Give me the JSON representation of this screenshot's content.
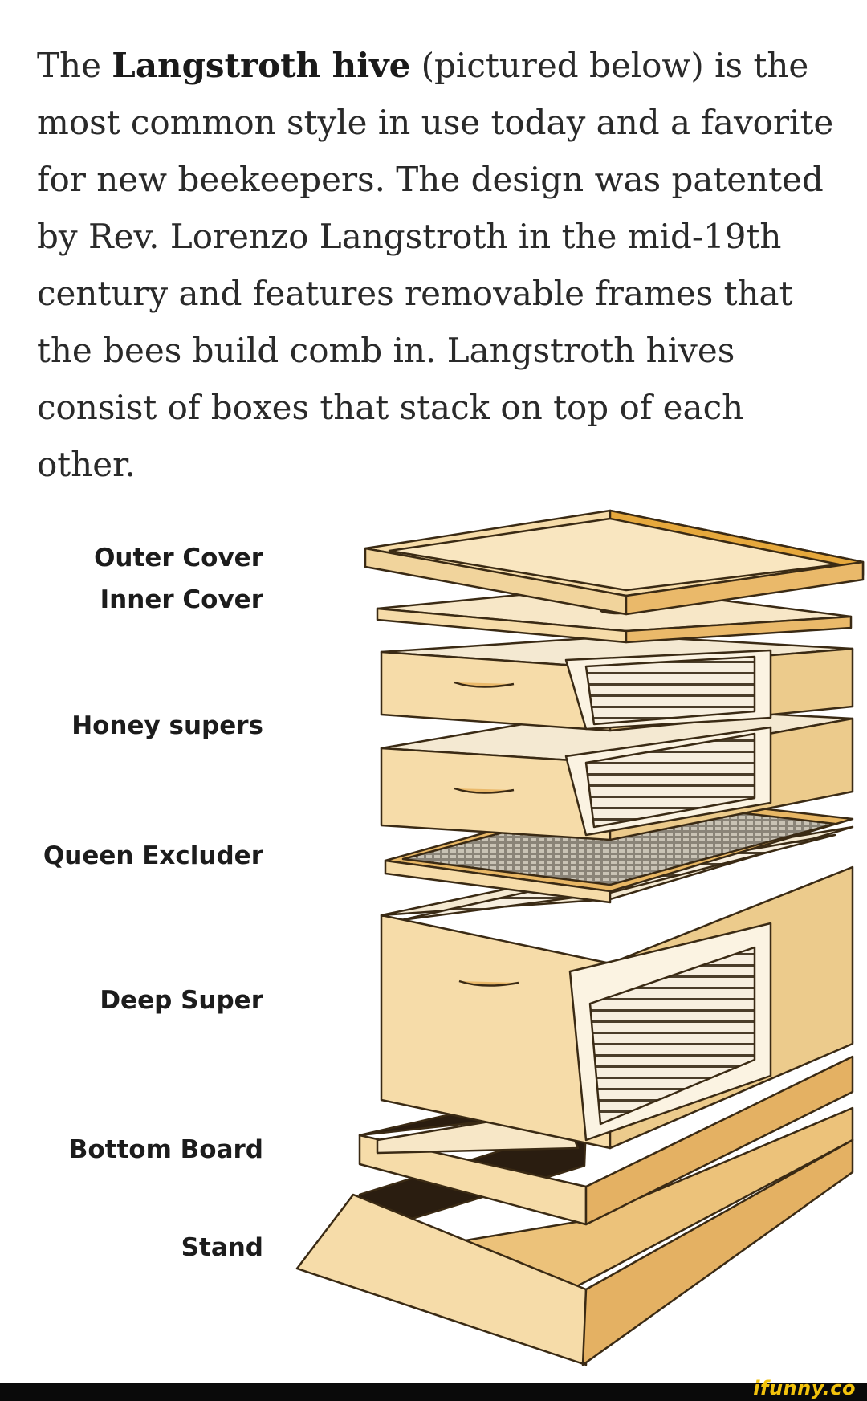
{
  "intro": {
    "lead": "The ",
    "bold": "Langstroth hive",
    "rest": " (pictured below) is the most common style in use today and a favorite for new beekeepers. The design was patented by Rev. Lorenzo Langstroth in the mid-19th century and features removable frames that the bees build comb in. Langstroth hives consist of boxes that stack on top of each other."
  },
  "diagram": {
    "labels": {
      "outer_cover": "Outer Cover",
      "inner_cover": "Inner Cover",
      "honey_supers": "Honey supers",
      "queen_excluder": "Queen Excluder",
      "deep_super": "Deep Super",
      "bottom_board": "Bottom Board",
      "stand": "Stand"
    }
  },
  "footer": {
    "brand": "ifunny.co"
  },
  "colors": {
    "wood_light": "#f6dca9",
    "wood_mid": "#eab96a",
    "wood_dark": "#3a2a14",
    "brand": "#f2c20c"
  }
}
